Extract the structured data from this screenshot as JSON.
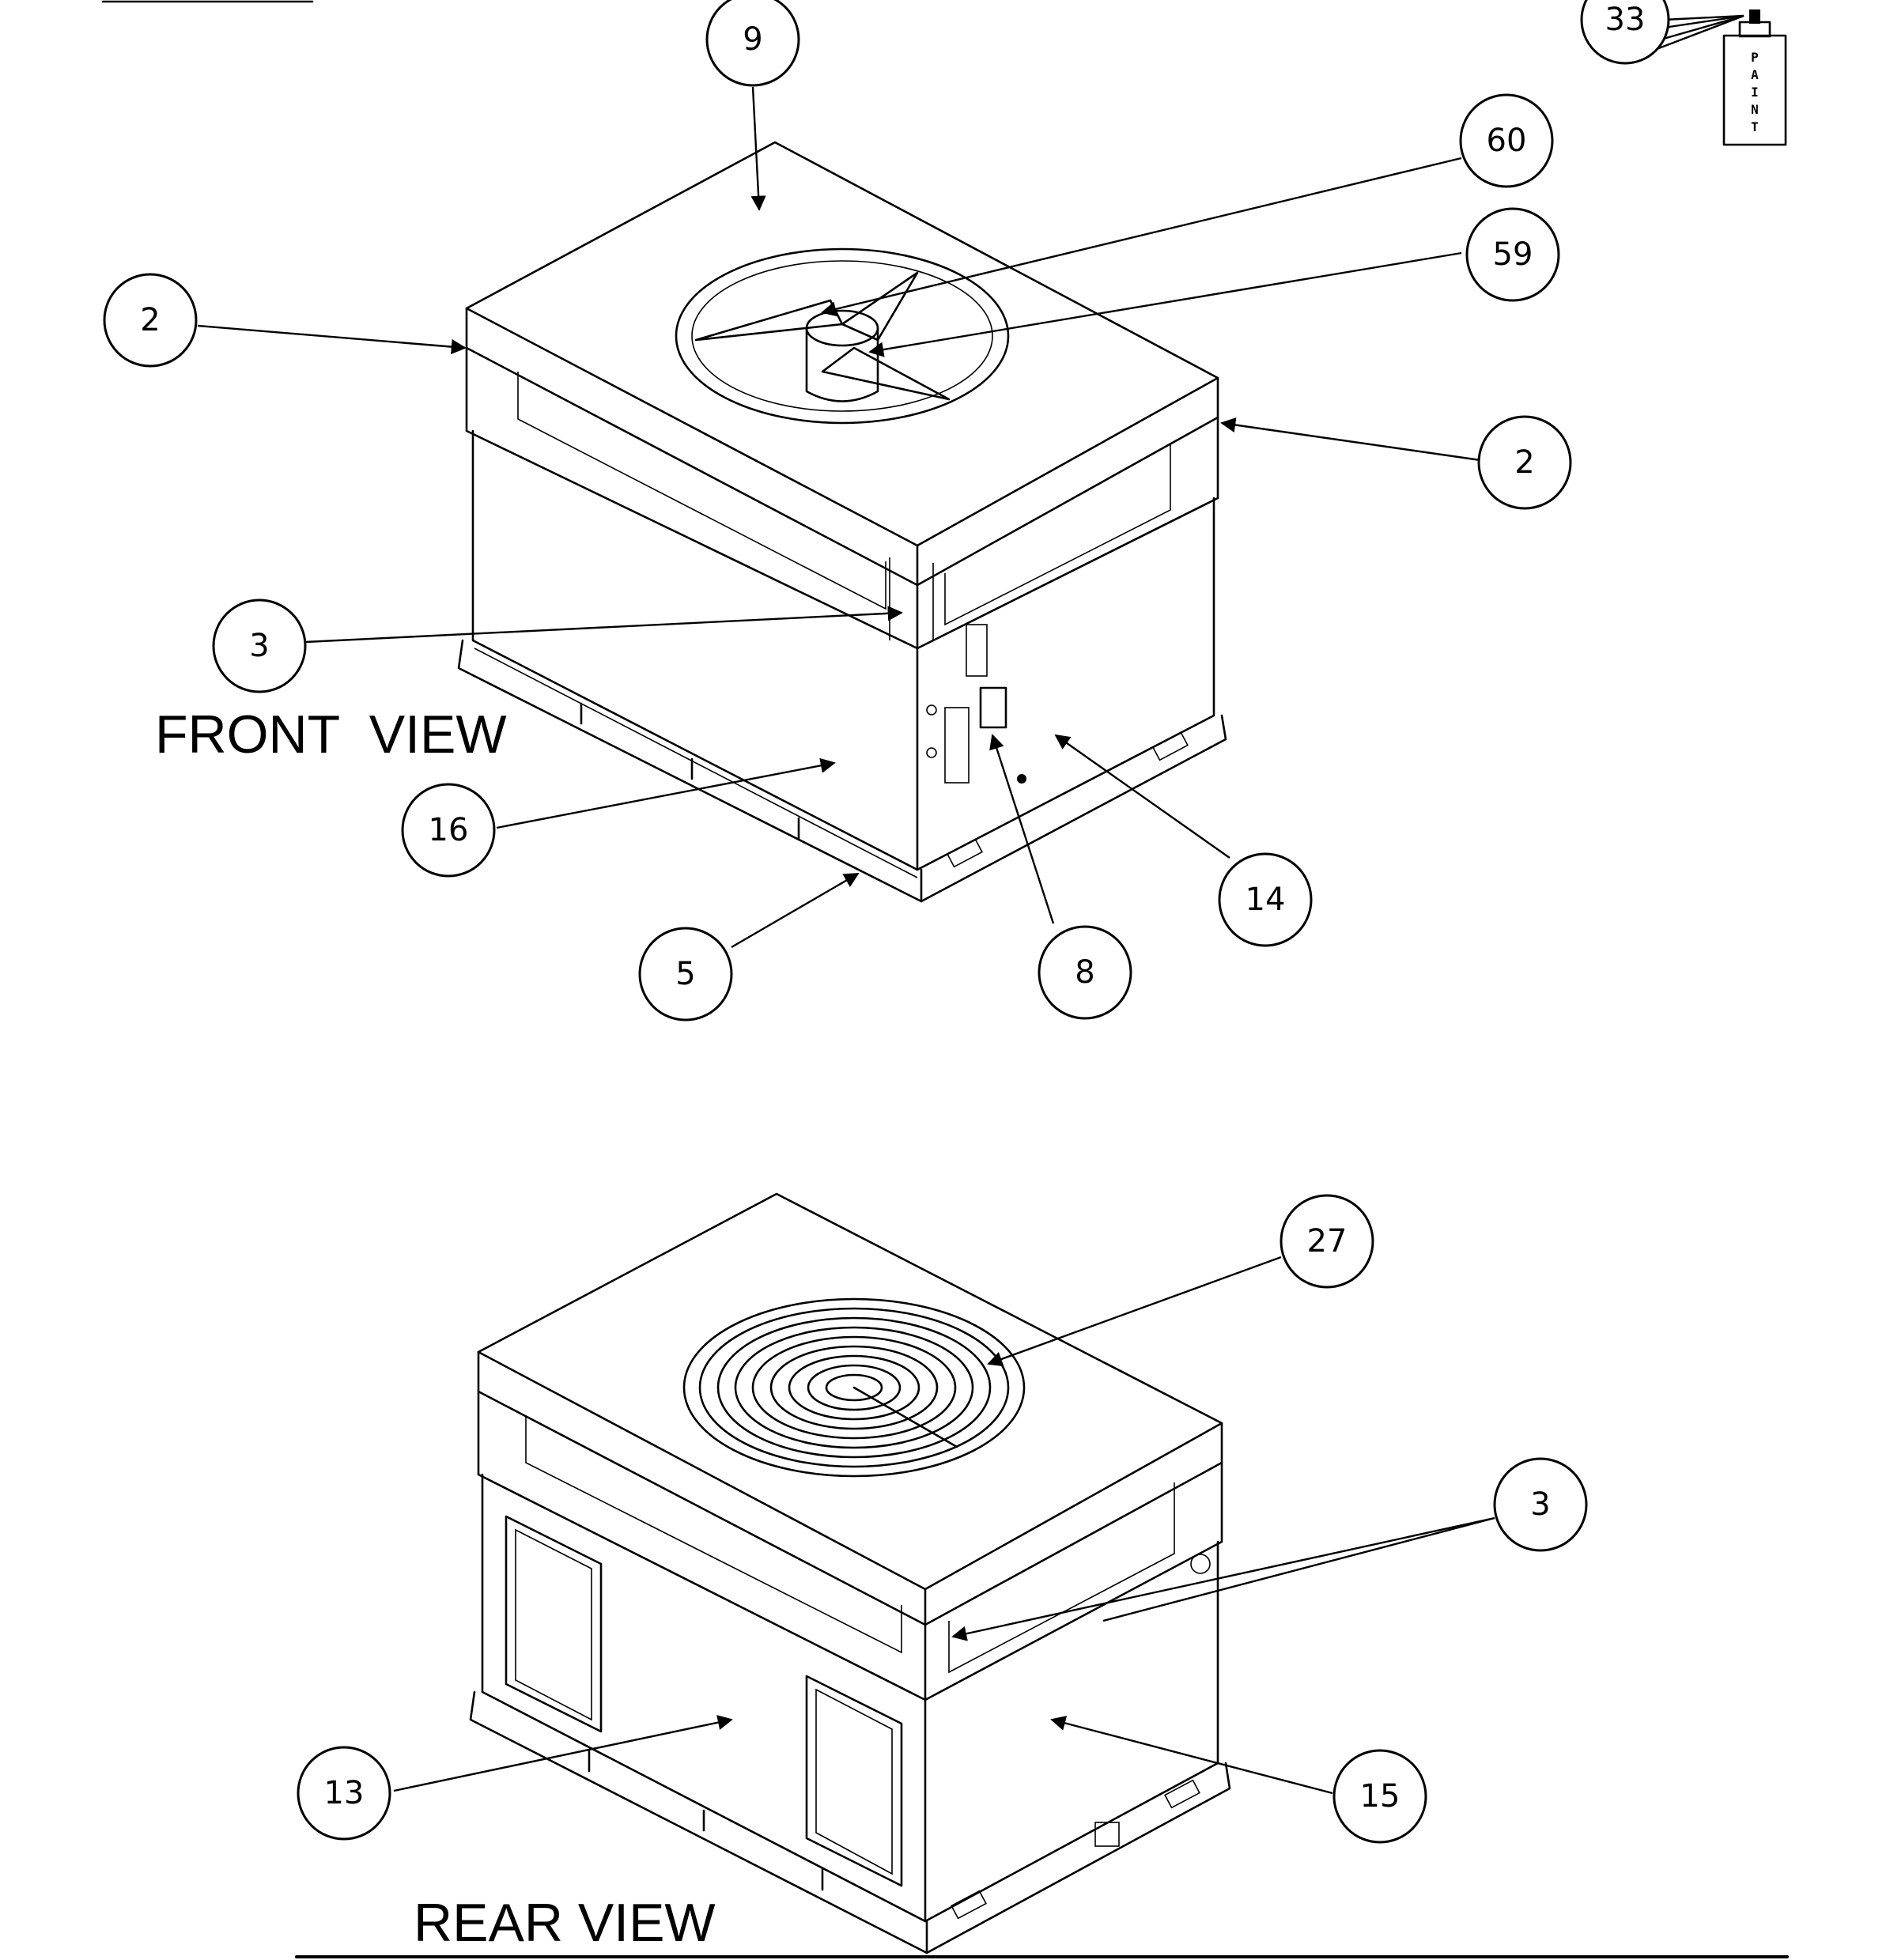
{
  "callouts": {
    "c9": "9",
    "c33": "33",
    "c60": "60",
    "c59": "59",
    "c2a": "2",
    "c2b": "2",
    "c3a": "3",
    "c16": "16",
    "c5": "5",
    "c8": "8",
    "c14": "14",
    "c27": "27",
    "c3b": "3",
    "c13": "13",
    "c15": "15"
  },
  "labels": {
    "front_view": "FRONT  VIEW",
    "rear_view": "REAR VIEW"
  },
  "paint_can": {
    "text": [
      "P",
      "A",
      "I",
      "N",
      "T"
    ]
  }
}
